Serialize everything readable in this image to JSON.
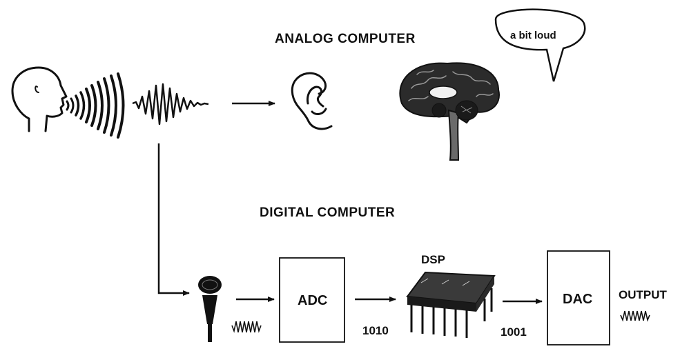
{
  "analog": {
    "title": "ANALOG COMPUTER",
    "speech": "a bit loud"
  },
  "digital": {
    "title": "DIGITAL COMPUTER",
    "adc_label": "ADC",
    "dsp_label": "DSP",
    "dac_label": "DAC",
    "output_label": "OUTPUT",
    "code_in": "1010",
    "code_out": "1001"
  },
  "icons": [
    "head-speaking-icon",
    "sound-wave-icon",
    "ear-icon",
    "brain-icon",
    "microphone-icon",
    "dsp-chip-icon"
  ]
}
